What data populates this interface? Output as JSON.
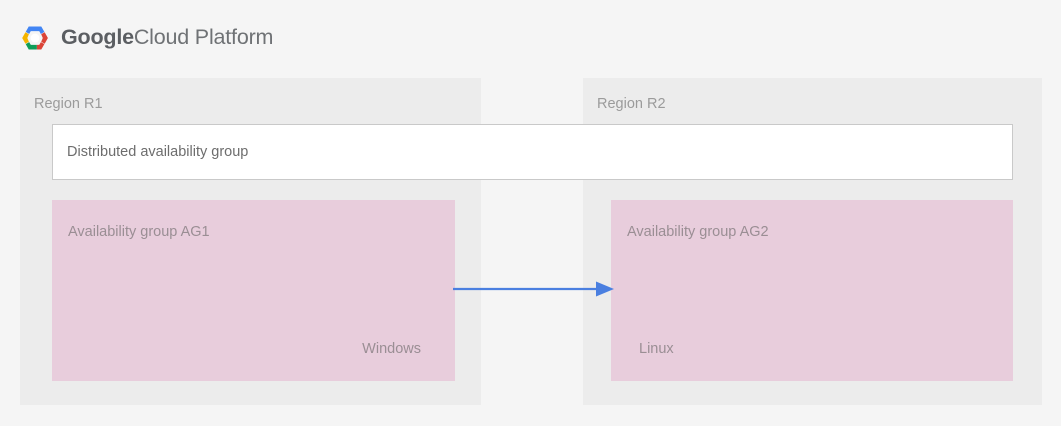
{
  "header": {
    "logo_icon": "google-cloud-hexagon-logo",
    "brand_strong": "Google",
    "brand_light": "Cloud Platform"
  },
  "diagram": {
    "regions": [
      {
        "id": "r1",
        "label": "Region R1",
        "availability_group": {
          "title": "Availability group AG1",
          "os": "Windows"
        }
      },
      {
        "id": "r2",
        "label": "Region R2",
        "availability_group": {
          "title": "Availability group AG2",
          "os": "Linux"
        }
      }
    ],
    "distributed_group": {
      "label": "Distributed availability group"
    },
    "connector": {
      "name": "replication-arrow",
      "direction": "left-to-right",
      "from": "Availability group AG1",
      "to": "Availability group AG2",
      "color": "#4a7fe0"
    }
  },
  "colors": {
    "page_background": "#f5f5f5",
    "region_background": "#ececec",
    "availability_group_fill": "#e8cddc",
    "distributed_group_fill": "#ffffff",
    "distributed_group_border": "#c9c9c9",
    "arrow_blue": "#4a7fe0",
    "brand_gray": "#5b5e62",
    "label_gray": "#9b9b9b",
    "pink_label_gray": "#9a8e94",
    "logo_blue": "#4285f4",
    "logo_red": "#db4437",
    "logo_yellow": "#f4b400",
    "logo_green": "#0f9d58"
  }
}
